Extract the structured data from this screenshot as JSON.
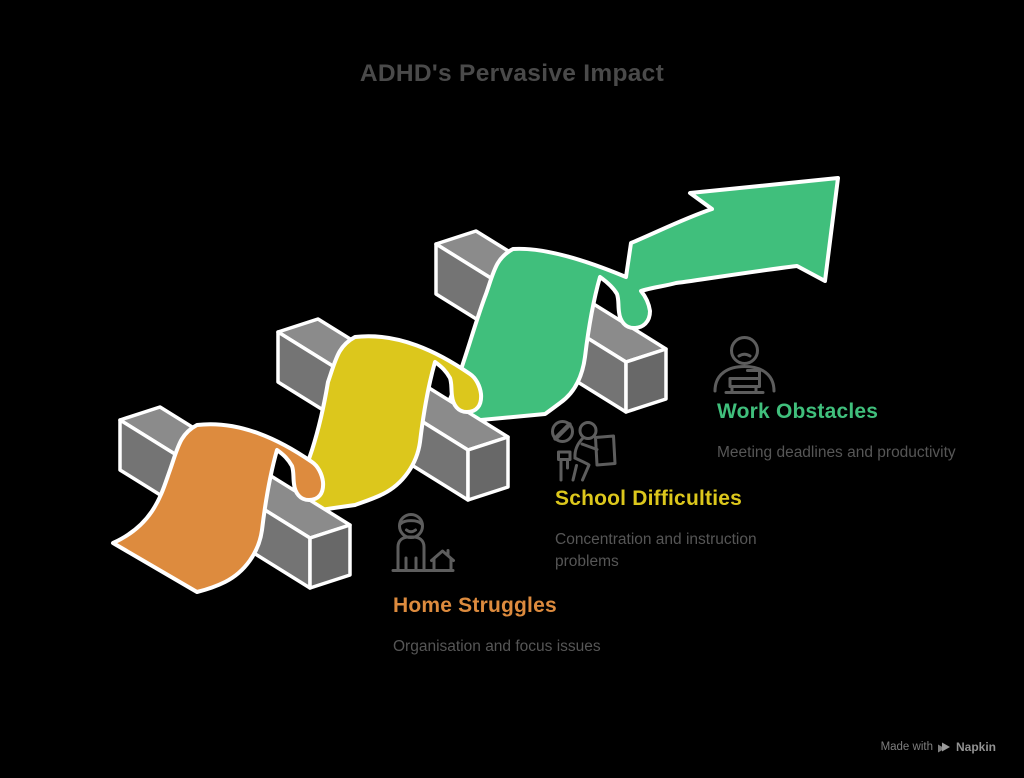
{
  "title": "ADHD's Pervasive Impact",
  "items": [
    {
      "label": "Home Struggles",
      "description": "Organisation and focus issues",
      "color": "#DD8B3E",
      "icon": "person-house-icon"
    },
    {
      "label": "School Difficulties",
      "description": "Concentration and instruction problems",
      "color": "#DCC71C",
      "icon": "distracted-student-icon"
    },
    {
      "label": "Work Obstacles",
      "description": "Meeting deadlines and productivity",
      "color": "#40BF7C",
      "icon": "person-laptop-icon"
    }
  ],
  "diagram": {
    "type": "ascending-arrow-weaving-over-hurdles",
    "hurdle_count": 3,
    "segment_colors": [
      "#DD8B3E",
      "#DCC71C",
      "#40BF7C"
    ],
    "hurdle_top_color": "#8B8B8B",
    "hurdle_front_color": "#747474",
    "hurdle_end_color": "#686868",
    "outline_color": "#FFFFFF",
    "background_color": "#000000",
    "title_color": "#4A4A4A",
    "description_color": "#565656"
  },
  "watermark": {
    "prefix": "Made with",
    "brand": "Napkin"
  }
}
